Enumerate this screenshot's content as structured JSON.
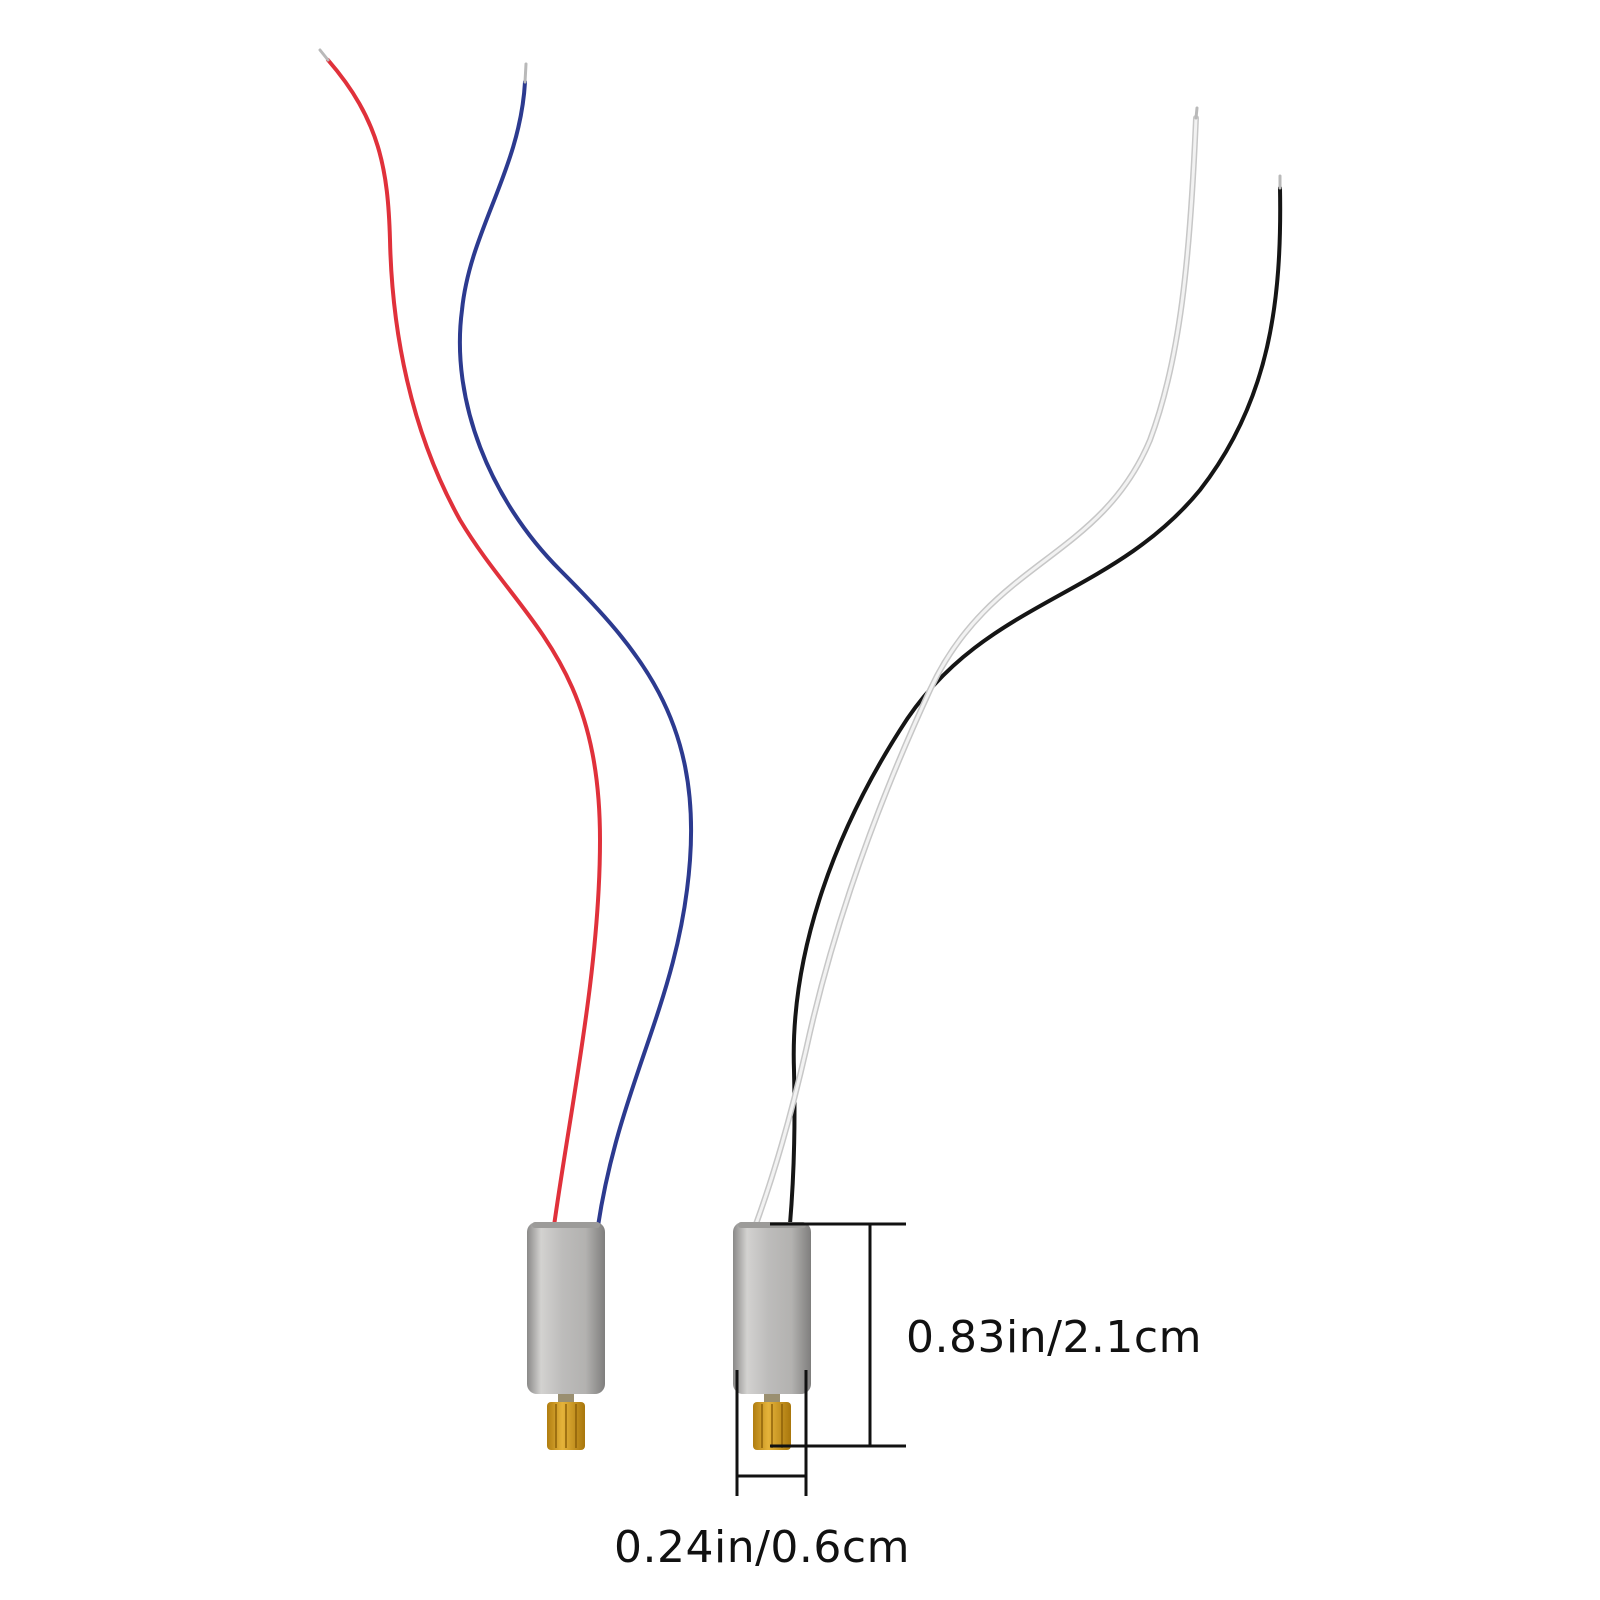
{
  "image": {
    "subject": "two micro coreless motors with pinion gears and lead wires",
    "background_color": "#ffffff"
  },
  "motors": [
    {
      "wires": [
        {
          "color": "#e0313b"
        },
        {
          "color": "#2c3a8f"
        }
      ],
      "gear_color": "#d9a21b",
      "can_color": "#bdbcbb"
    },
    {
      "wires": [
        {
          "color": "#f2f2f2"
        },
        {
          "color": "#151515"
        }
      ],
      "gear_color": "#d9a21b",
      "can_color": "#bdbcbb"
    }
  ],
  "dimensions": {
    "height_label": "0.83in/2.1cm",
    "width_label": "0.24in/0.6cm",
    "line_color": "#111111"
  }
}
